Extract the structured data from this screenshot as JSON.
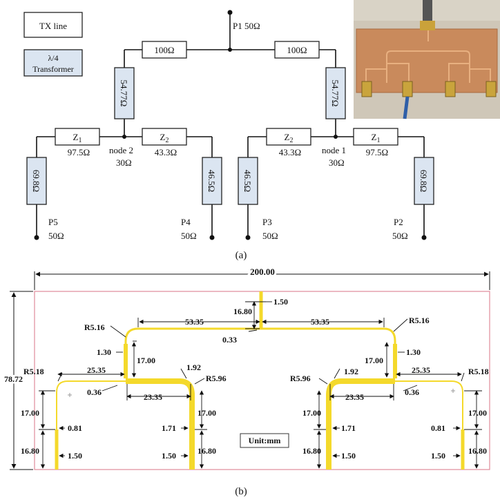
{
  "figure_a": {
    "caption": "(a)",
    "legend": {
      "tx_line": "TX line",
      "transformer": "λ/4\nTransformer"
    },
    "port_p1": "P1 50Ω",
    "top_line_left": "100Ω",
    "top_line_right": "100Ω",
    "quarter_wave_left": "54.77Ω",
    "quarter_wave_right": "54.77Ω",
    "z1_name": "Z1",
    "z2_name": "Z2",
    "z1_value": "97.5Ω",
    "z2_value": "43.3Ω",
    "node2_label": "node 2",
    "node1_label": "node 1",
    "node_impedance": "30Ω",
    "branch_69_8": "69.8Ω",
    "branch_46_5": "46.5Ω",
    "port_p5": "P5",
    "port_p4": "P4",
    "port_p3": "P3",
    "port_p2": "P2",
    "port_impedance": "50Ω"
  },
  "photo": {
    "description_icon": "fabricated-board-photo"
  },
  "figure_b": {
    "caption": "(b)",
    "width_total": "200.00",
    "height_total": "78.72",
    "unit": "Unit:mm",
    "dims": {
      "top_len": "16.80",
      "top_w": "1.50",
      "arm_left": "53.35",
      "arm_right": "53.35",
      "gap_033": "0.33",
      "r516_left": "R5.16",
      "r516_right": "R5.16",
      "w130_left": "1.30",
      "w130_right": "1.30",
      "v1700_left": "17.00",
      "v1700_right": "17.00",
      "w192_left": "1.92",
      "w192_right": "1.92",
      "r596_left": "R5.96",
      "r596_right": "R5.96",
      "r518_left": "R5.18",
      "r518_right": "R5.18",
      "h2535_left": "25.35",
      "h2535_right": "25.35",
      "w036_left": "0.36",
      "w036_right": "0.36",
      "h2335_left": "23.35",
      "h2335_right": "23.35",
      "p5_v1": "17.00",
      "p5_w1": "0.81",
      "p5_v2": "16.80",
      "p5_w2": "1.50",
      "p4_v1": "17.00",
      "p4_w1": "1.71",
      "p4_v2": "16.80",
      "p4_w2": "1.50",
      "p3_v1": "17.00",
      "p3_w1": "1.71",
      "p3_v2": "16.80",
      "p3_w2": "1.50",
      "p2_v1": "17.00",
      "p2_w1": "0.81",
      "p2_v2": "16.80",
      "p2_w2": "1.50"
    }
  },
  "colors": {
    "transformer_fill": "#dbe5f1",
    "trace": "#f4d92b",
    "board_outline": "#e08a9a",
    "copper": "#c98a5c"
  }
}
